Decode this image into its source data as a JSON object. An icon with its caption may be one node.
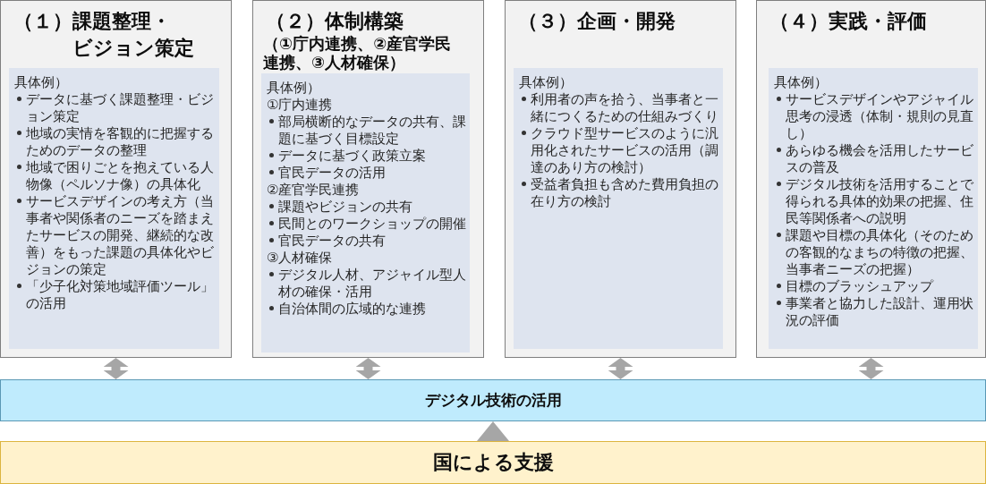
{
  "diagram": {
    "nodes": [
      {
        "text": [
          "（１）課題整理・ビジョン策定"
        ]
      },
      {
        "text": [
          "具体例）",
          "データに基づく課題整理・ビジョン策定",
          "地域の実情を客観的に把握するためのデータの整理",
          "地域で困りごとを抱えている人物像（ペルソナ像）の具体化",
          "サービスデザインの考え方（当事者や関係者のニーズを踏まえたサービスの開発、継続的な改善）をもった課題の具体化やビジョンの策定",
          "「少子化対策地域評価ツール」の活用"
        ],
        "in": 0
      },
      {
        "text": [
          "（２）体制構築",
          "（①庁内連携、②産官学民連携、③人材確保）"
        ]
      },
      {
        "text": [
          "具体例）",
          "①庁内連携",
          "部局横断的なデータの共有、課題に基づく目標設定",
          "データに基づく政策立案",
          "官民データの活用",
          "②産官学民連携",
          "課題やビジョンの共有",
          "民間とのワークショップの開催",
          "官民データの共有",
          "③人材確保",
          "デジタル人材、アジャイル型人材の確保・活用",
          "自治体間の広域的な連携"
        ],
        "in": 2
      },
      {
        "text": [
          "（３）企画・開発"
        ]
      },
      {
        "text": [
          "具体例）",
          "利用者の声を拾う、当事者と一緒につくるための仕組みづくり",
          "クラウド型サービスのように汎用化されたサービスの活用（調達のあり方の検討）",
          "受益者負担も含めた費用負担の在り方の検討"
        ],
        "in": 4
      },
      {
        "text": [
          "（４）実践・評価"
        ]
      },
      {
        "text": [
          "具体例）",
          "サービスデザインやアジャイル思考の浸透（体制・規則の見直し）",
          "あらゆる機会を活用したサービスの普及",
          "デジタル技術を活用することで得られる具体的効果の把握、住民等関係者への説明",
          "課題や目標の具体化（そのための客観的なまちの特徴の把握、当事者ニーズの把握）",
          "目標のブラッシュアップ",
          "事業者と協力した設計、運用状況の評価"
        ],
        "in": 6
      },
      {
        "text": [
          "デジタル技術の活用"
        ]
      },
      {
        "text": [
          "国による支援"
        ]
      }
    ],
    "edges": [
      {
        "from": 0,
        "to": 8,
        "arrow": "both"
      },
      {
        "from": 2,
        "to": 8,
        "arrow": "both"
      },
      {
        "from": 4,
        "to": 8,
        "arrow": "both"
      },
      {
        "from": 6,
        "to": 8,
        "arrow": "both"
      },
      {
        "from": 9,
        "to": 8,
        "arrow": "to"
      }
    ]
  }
}
